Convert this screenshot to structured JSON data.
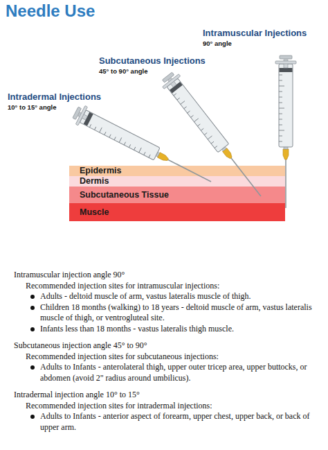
{
  "diagram": {
    "title": "Needle Use",
    "nodes": [
      {
        "text": [
          "Epidermis"
        ]
      },
      {
        "text": [
          "Dermis"
        ]
      },
      {
        "text": [
          "Subcutaneous Tissue"
        ]
      },
      {
        "text": [
          "Muscle"
        ]
      }
    ],
    "labels": [
      "Intramuscular Injections",
      "90° angle",
      "Subcutaneous Injections",
      "45° to 90° angle",
      "Intradermal Injections",
      "10° to 15° angle",
      "Intramuscular injection angle 90°",
      "Recommended injection sites for intramuscular injections:",
      "Adults - deltoid muscle of arm, vastus lateralis muscle of thigh.",
      "Children 18 months (walking) to 18 years - deltoid muscle of arm, vastus lateralis muscle of thigh, or ventrogluteal site.",
      "Infants less than 18 months - vastus lateralis thigh muscle.",
      "Subcutaneous injection angle 45° to 90°",
      "Recommended injection sites for subcutaneous injections:",
      "Adults to Infants - anterolateral thigh, upper outer tricep area, upper buttocks, or abdomen (avoid 2\" radius around umbilicus).",
      "Intradermal injection angle 10° to 15°",
      "Recommended injection sites for intradermal injections:",
      "Adults to Infants - anterior aspect of forearm, upper chest, upper back, or back of upper arm."
    ]
  }
}
